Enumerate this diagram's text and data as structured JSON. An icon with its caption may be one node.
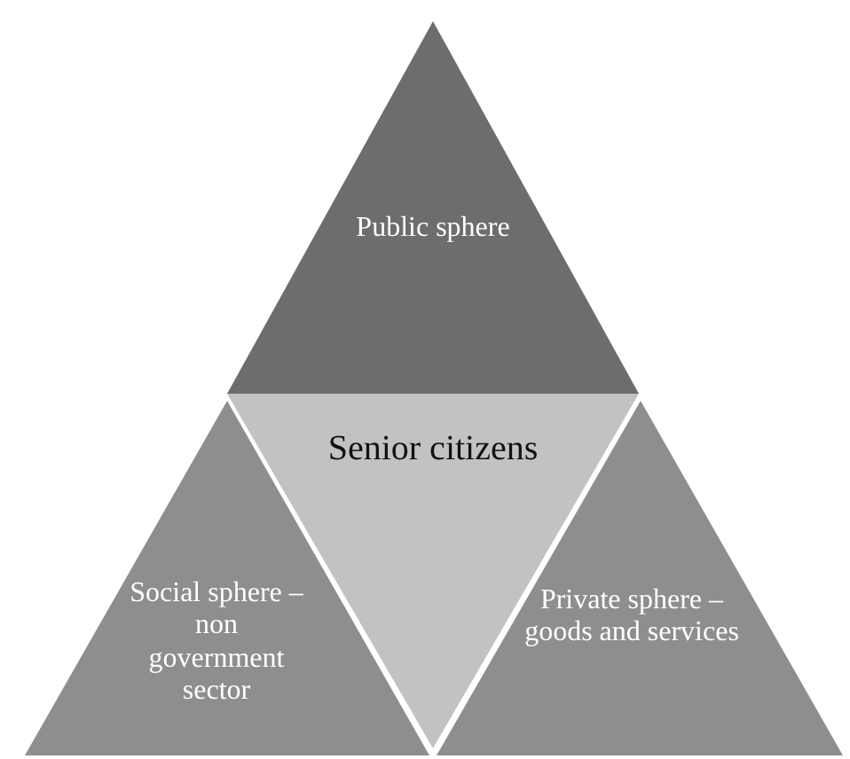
{
  "diagram": {
    "nodes": [
      {
        "text": [
          "Public sphere"
        ]
      },
      {
        "text": [
          "Senior citizens"
        ]
      },
      {
        "text": [
          "Social sphere – non government sector"
        ]
      },
      {
        "text": [
          "Private sphere – goods and services"
        ]
      }
    ]
  }
}
